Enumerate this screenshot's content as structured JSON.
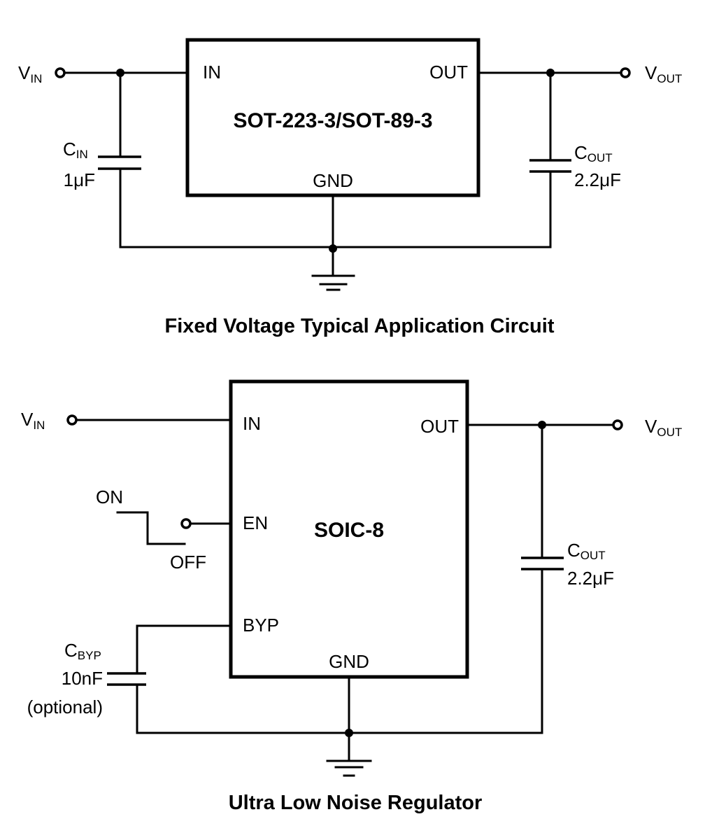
{
  "circuit1": {
    "title": "Fixed Voltage Typical Application Circuit",
    "package": "SOT-223-3/SOT-89-3",
    "pins": {
      "in": "IN",
      "out": "OUT",
      "gnd": "GND"
    },
    "vin": {
      "main": "V",
      "sub": "IN"
    },
    "vout": {
      "main": "V",
      "sub": "OUT"
    },
    "cin": {
      "main": "C",
      "sub": "IN",
      "value": "1μF"
    },
    "cout": {
      "main": "C",
      "sub": "OUT",
      "value": "2.2μF"
    }
  },
  "circuit2": {
    "title": "Ultra Low Noise Regulator",
    "package": "SOIC-8",
    "pins": {
      "in": "IN",
      "out": "OUT",
      "en": "EN",
      "byp": "BYP",
      "gnd": "GND"
    },
    "vin": {
      "main": "V",
      "sub": "IN"
    },
    "vout": {
      "main": "V",
      "sub": "OUT"
    },
    "switch": {
      "on": "ON",
      "off": "OFF"
    },
    "cout": {
      "main": "C",
      "sub": "OUT",
      "value": "2.2μF"
    },
    "cbyp": {
      "main": "C",
      "sub": "BYP",
      "value": "10nF",
      "note": "(optional)"
    }
  }
}
